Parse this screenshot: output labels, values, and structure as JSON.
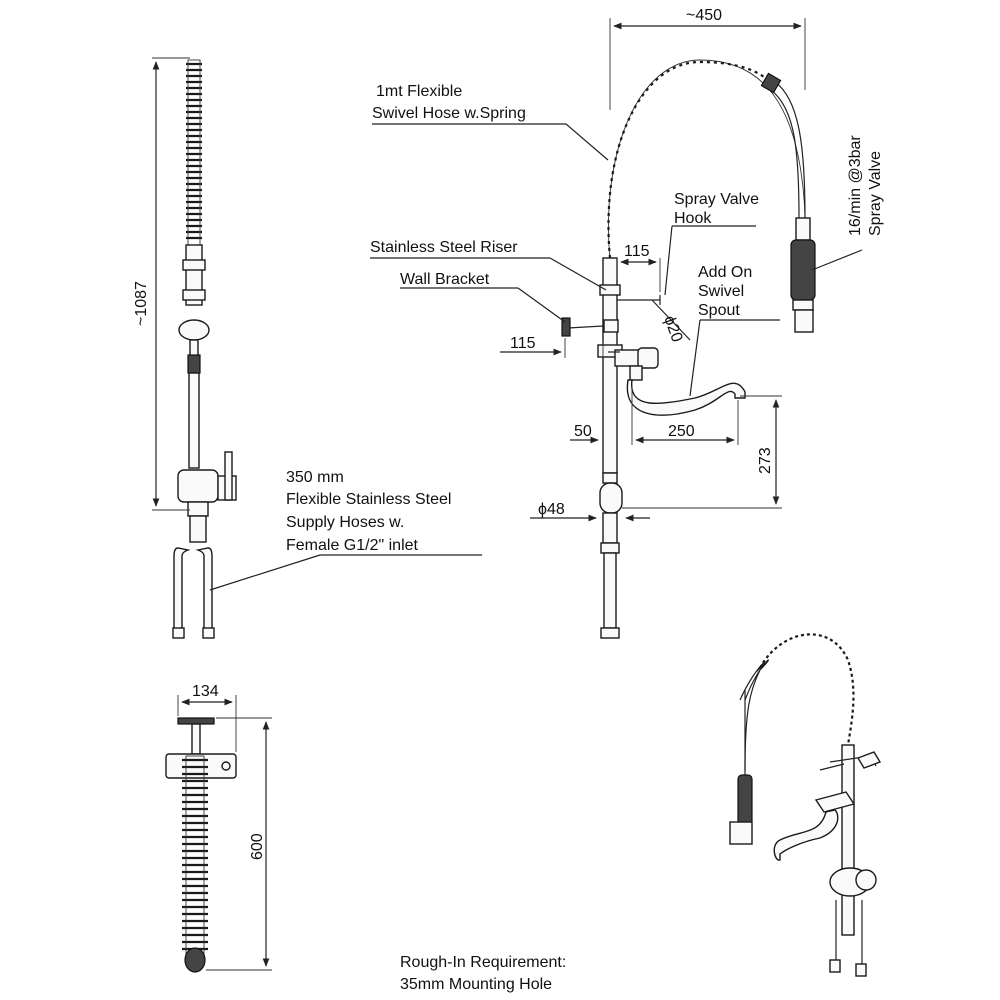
{
  "callouts": {
    "hose_line1": "1mt Flexible",
    "hose_line2": "Swivel Hose w.Spring",
    "spray_hook_line1": "Spray Valve",
    "spray_hook_line2": "Hook",
    "riser": "Stainless Steel Riser",
    "bracket": "Wall Bracket",
    "spout_line1": "Add On",
    "spout_line2": "Swivel",
    "spout_line3": "Spout",
    "spray_valve_line1": "16/min @3bar",
    "spray_valve_line2": "Spray Valve",
    "supply_line1": "350 mm",
    "supply_line2": "Flexible Stainless Steel",
    "supply_line3": "Supply Hoses w.",
    "supply_line4": "Female G1/2\" inlet"
  },
  "dimensions": {
    "width_total": "~450",
    "height_total": "~1087",
    "hook_offset": "115",
    "bracket_offset": "115",
    "spout_dia": "ϕ20",
    "riser_offset": "50",
    "spout_reach": "250",
    "spout_height": "273",
    "body_dia": "ϕ48",
    "depth": "134",
    "hose_height": "600"
  },
  "note": {
    "line1": "Rough-In Requirement:",
    "line2": "35mm Mounting Hole"
  }
}
